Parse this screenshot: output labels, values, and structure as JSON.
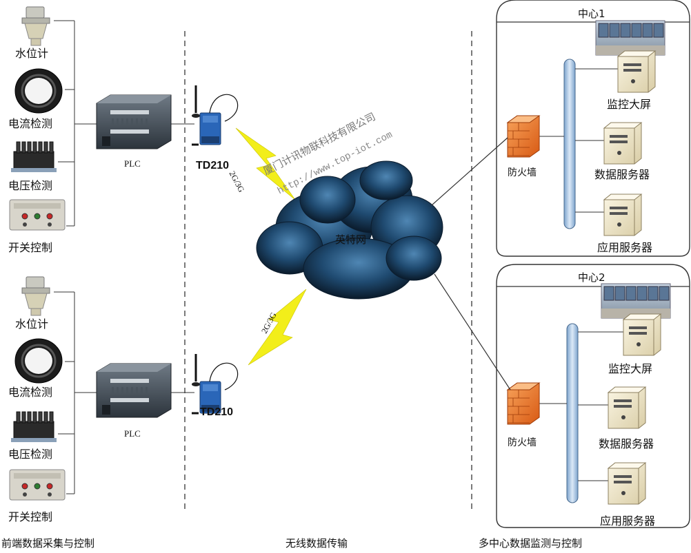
{
  "sections": {
    "front": "前端数据采集与控制",
    "wireless": "无线数据传输",
    "center": "多中心数据监测与控制"
  },
  "sensors": [
    "水位计",
    "电流检测",
    "电压检测",
    "开关控制"
  ],
  "plc_label": "PLC",
  "dtu_label": "TD210",
  "band_label": "2G/3G",
  "cloud_label": "英特网",
  "watermark": {
    "company": "厦门计讯物联科技有限公司",
    "url": "http://www.top-iot.com"
  },
  "centers": [
    {
      "title": "中心1",
      "firewall": "防火墙",
      "servers": [
        "监控大屏",
        "数据服务器",
        "应用服务器"
      ]
    },
    {
      "title": "中心2",
      "firewall": "防火墙",
      "servers": [
        "监控大屏",
        "数据服务器",
        "应用服务器"
      ]
    }
  ],
  "colors": {
    "line": "#333333",
    "cloud": "#1f4a70",
    "lightning": "#f2ee1a",
    "firewall": "#e9722c",
    "bus": "#a9c6e6",
    "server": "#efe6c8"
  }
}
